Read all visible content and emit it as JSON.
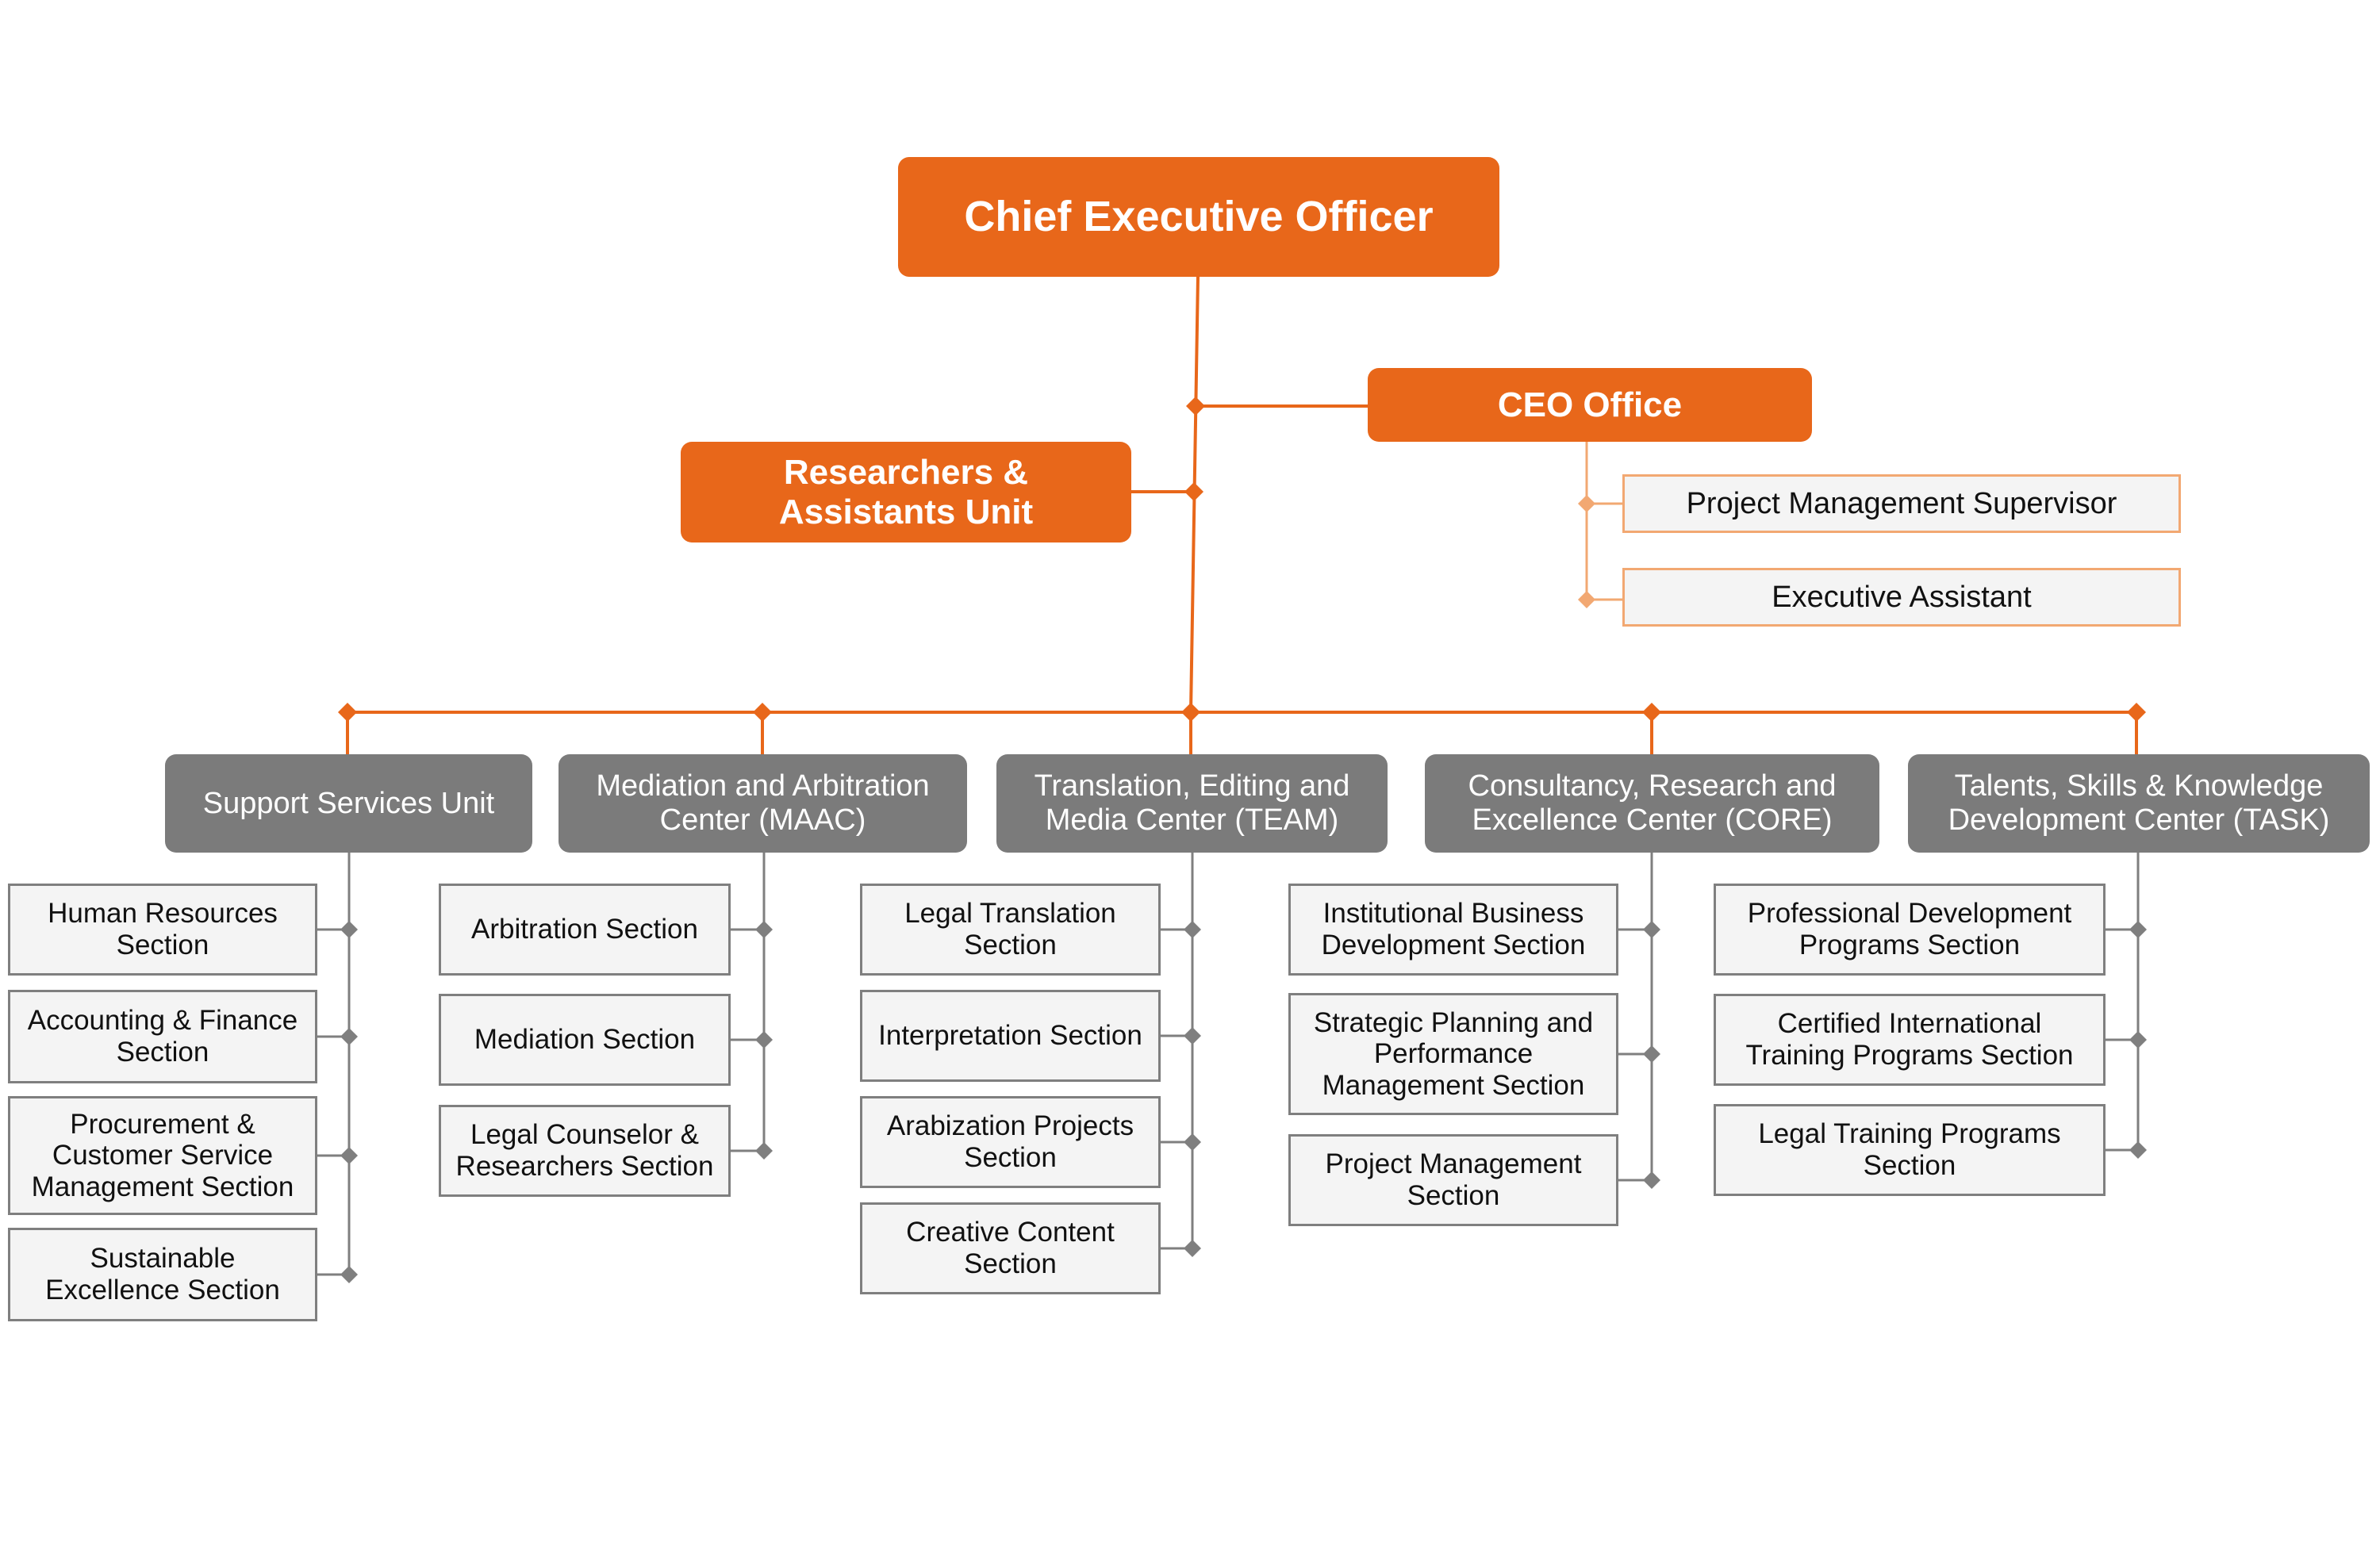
{
  "colors": {
    "accent": "#e8671a",
    "accent_light": "#f2a872",
    "unit_gray": "#7b7b7b",
    "connector_gray": "#7f7f7f",
    "section_fill": "#f4f4f4"
  },
  "ceo": {
    "title": "Chief Executive Officer"
  },
  "ceo_office": {
    "title": "CEO Office",
    "staff": [
      "Project Management Supervisor",
      "Executive Assistant"
    ]
  },
  "researchers_unit": {
    "line1": "Researchers &",
    "line2": "Assistants Unit"
  },
  "units": [
    {
      "line1": "Support Services Unit",
      "line2": "",
      "sections": [
        [
          "Human Resources",
          "Section"
        ],
        [
          "Accounting & Finance",
          "Section"
        ],
        [
          "Procurement &",
          "Customer Service",
          "Management Section"
        ],
        [
          "Sustainable",
          "Excellence Section"
        ]
      ]
    },
    {
      "line1": "Mediation and Arbitration",
      "line2": "Center (MAAC)",
      "sections": [
        [
          "Arbitration Section"
        ],
        [
          "Mediation Section"
        ],
        [
          "Legal Counselor &",
          "Researchers Section"
        ]
      ]
    },
    {
      "line1": "Translation, Editing and",
      "line2": "Media Center (TEAM)",
      "sections": [
        [
          "Legal Translation",
          "Section"
        ],
        [
          "Interpretation Section"
        ],
        [
          "Arabization Projects",
          "Section"
        ],
        [
          "Creative Content",
          "Section"
        ]
      ]
    },
    {
      "line1": "Consultancy, Research and",
      "line2": "Excellence Center (CORE)",
      "sections": [
        [
          "Institutional Business",
          "Development Section"
        ],
        [
          "Strategic Planning and",
          "Performance",
          "Management Section"
        ],
        [
          "Project Management",
          "Section"
        ]
      ]
    },
    {
      "line1": "Talents, Skills & Knowledge",
      "line2": "Development Center (TASK)",
      "sections": [
        [
          "Professional Development",
          "Programs Section"
        ],
        [
          "Certified International",
          "Training Programs Section"
        ],
        [
          "Legal Training Programs",
          "Section"
        ]
      ]
    }
  ]
}
